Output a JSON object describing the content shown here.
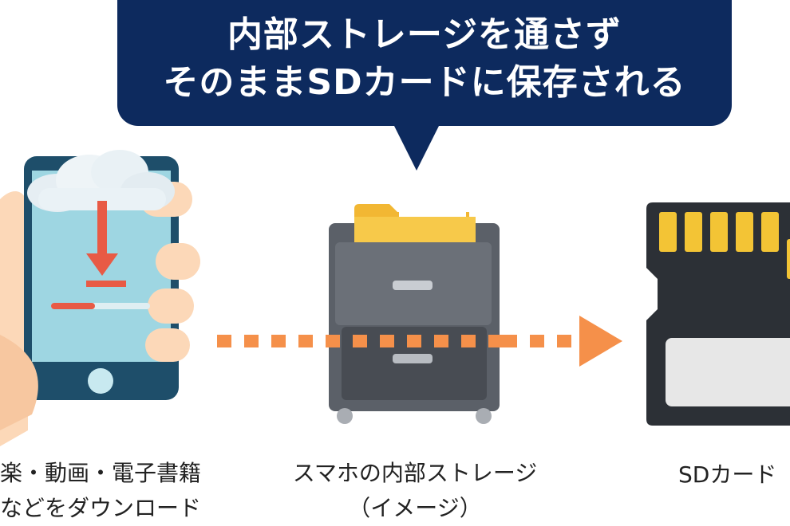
{
  "headline": {
    "line1": "内部ストレージを通さず",
    "line2": "そのままSDカードに保存される"
  },
  "captions": {
    "left_line1": "楽・動画・電子書籍",
    "left_line2": "などをダウンロード",
    "center_line1": "スマホの内部ストレージ",
    "center_line2": "（イメージ）",
    "right": "SDカード"
  },
  "colors": {
    "navy": "#0d2a5e",
    "arrow_orange": "#f5904a",
    "folder_yellow": "#f7c94a",
    "cabinet_gray": "#5b6068",
    "sd_black": "#2c3036",
    "sd_contacts": "#f3c435",
    "download_red": "#e85a45",
    "screen_blue": "#9fd3df"
  },
  "icons": [
    "phone-in-hand-icon",
    "cloud-icon",
    "download-arrow-icon",
    "file-cabinet-icon",
    "folder-icon",
    "sd-card-icon",
    "dotted-arrow-icon"
  ]
}
